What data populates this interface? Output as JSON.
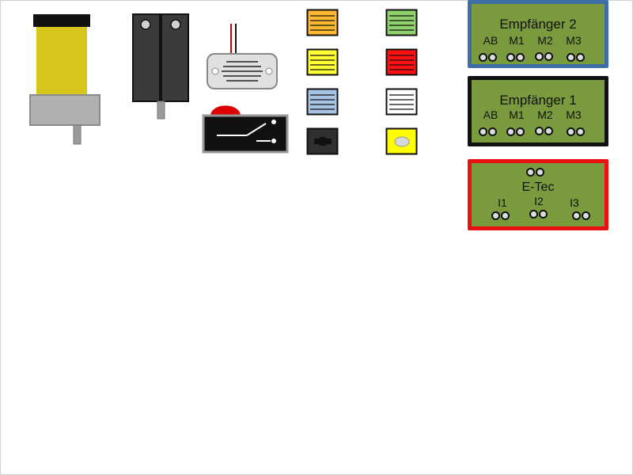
{
  "components": {
    "motor": "motor",
    "reed_contact": "reed-contact",
    "buzzer": "buzzer",
    "push_button": "push-button-switch",
    "lamps": [
      {
        "name": "orange-lamp",
        "color": "#ffb830"
      },
      {
        "name": "green-lamp",
        "color": "#8fd16a"
      },
      {
        "name": "yellow-lamp",
        "color": "#ffff33"
      },
      {
        "name": "red-lamp",
        "color": "#ff1010"
      },
      {
        "name": "blue-lamp",
        "color": "#a8c4e4"
      },
      {
        "name": "white-lamp",
        "color": "#ffffff"
      }
    ],
    "socket": "black-socket",
    "light_sensor": "yellow-light-sensor"
  },
  "modules": {
    "empfaenger2": {
      "title": "Empfänger 2",
      "labels": [
        "AB",
        "M1",
        "M2",
        "M3"
      ],
      "border_color": "#3f6ea6"
    },
    "empfaenger1": {
      "title": "Empfänger 1",
      "labels": [
        "AB",
        "M1",
        "M2",
        "M3"
      ],
      "border_color": "#111111"
    },
    "etec": {
      "title": "E-Tec",
      "labels": [
        "I1",
        "I2",
        "I3"
      ],
      "border_color": "#e81010"
    }
  }
}
